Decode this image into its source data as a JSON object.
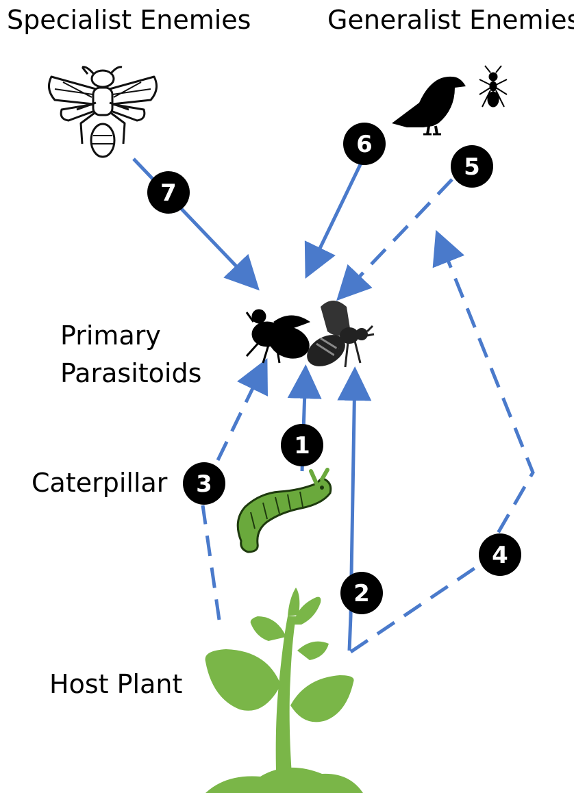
{
  "labels": {
    "specialist_enemies": "Specialist Enemies",
    "generalist_enemies": "Generalist Enemies",
    "primary": "Primary",
    "parasitoids": "Parasitoids",
    "caterpillar": "Caterpillar",
    "host_plant": "Host Plant"
  },
  "links": [
    {
      "id": "1",
      "style": "solid"
    },
    {
      "id": "2",
      "style": "solid"
    },
    {
      "id": "3",
      "style": "dashed"
    },
    {
      "id": "4",
      "style": "dashed"
    },
    {
      "id": "5",
      "style": "dashed"
    },
    {
      "id": "6",
      "style": "solid"
    },
    {
      "id": "7",
      "style": "solid"
    }
  ],
  "colors": {
    "arrow": "#4a7acb",
    "badge": "#000000",
    "badge_text": "#ffffff",
    "plant": "#7ab648",
    "caterpillar": "#6aa93c",
    "silhouette": "#000000"
  },
  "icons": [
    "wasp-outline-icon",
    "bird-icon",
    "ant-icon",
    "fly-icon",
    "bee-icon",
    "caterpillar-icon",
    "plant-icon"
  ]
}
